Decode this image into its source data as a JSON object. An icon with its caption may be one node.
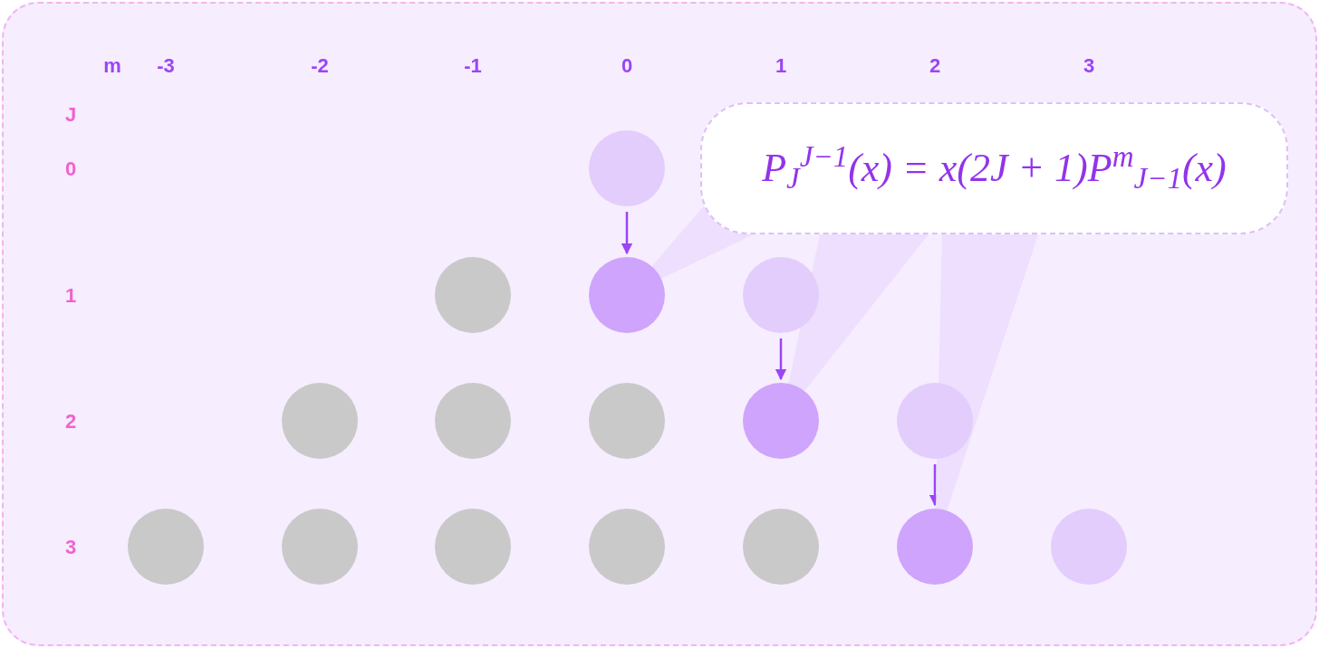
{
  "diagram": {
    "nodes": [
      {
        "text": [],
        "shape": "box"
      },
      {
        "text": [],
        "shape": "circle",
        "in": 0
      },
      {
        "text": [
          "P$_{J}$$^{J−1}$(x) = x(2J + 1)P$^{m}$$_{J−1}$(x)"
        ],
        "in": 0
      },
      {
        "text": [],
        "shape": "circle",
        "in": 0
      },
      {
        "text": [],
        "shape": "circle",
        "in": 0
      },
      {
        "text": [],
        "shape": "circle",
        "in": 0
      },
      {
        "text": [],
        "shape": "circle",
        "in": 0
      },
      {
        "text": [],
        "shape": "circle",
        "in": 0
      },
      {
        "text": [],
        "shape": "circle",
        "in": 0
      },
      {
        "text": [],
        "shape": "circle",
        "in": 0
      },
      {
        "text": [],
        "shape": "circle",
        "in": 0
      },
      {
        "text": [],
        "shape": "circle",
        "in": 0
      },
      {
        "text": [],
        "shape": "circle",
        "in": 0
      },
      {
        "text": [],
        "shape": "circle",
        "in": 0
      },
      {
        "text": [],
        "shape": "circle",
        "in": 0
      },
      {
        "text": [],
        "shape": "circle",
        "in": 0
      },
      {
        "text": [],
        "shape": "circle",
        "in": 0
      },
      {
        "text": [],
        "shape": "circle",
        "in": 0
      }
    ],
    "edges": [
      {
        "from": 1,
        "to": 4,
        "arrow": "to"
      },
      {
        "from": 5,
        "to": 9,
        "arrow": "to"
      },
      {
        "from": 10,
        "to": 16,
        "arrow": "to"
      },
      {
        "from": 2,
        "to": 4,
        "arrow": "none",
        "style": "thick",
        "color": "#eddffd"
      },
      {
        "from": 2,
        "to": 9,
        "arrow": "none",
        "style": "thick",
        "color": "#eddffd"
      },
      {
        "from": 2,
        "to": 16,
        "arrow": "none",
        "style": "thick",
        "color": "#eddffd"
      }
    ],
    "labels": [
      "m",
      "-3",
      "-2",
      "-1",
      "0",
      "1",
      "2",
      "3",
      "J",
      "0",
      "1",
      "2",
      "3"
    ]
  }
}
